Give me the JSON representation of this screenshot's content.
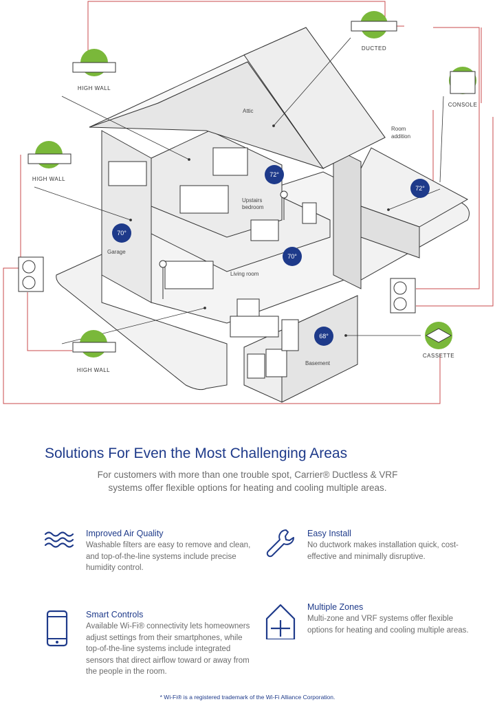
{
  "diagram": {
    "units": {
      "high_wall_1": "HIGH WALL",
      "high_wall_2": "HIGH WALL",
      "high_wall_3": "HIGH WALL",
      "ducted": "DUCTED",
      "console": "CONSOLE",
      "cassette": "CASSETTE"
    },
    "rooms": {
      "attic": "Attic",
      "room_addition_1": "Room",
      "room_addition_2": "addition",
      "upstairs_1": "Upstairs",
      "upstairs_2": "bedroom",
      "garage": "Garage",
      "living": "Living room",
      "basement": "Basement"
    },
    "temps": {
      "upstairs": "72°",
      "addition": "72°",
      "garage": "70°",
      "living": "70°",
      "basement": "68°"
    },
    "colors": {
      "accent_line": "#c0392b",
      "badge": "#1e3a8a",
      "unit_circle": "#7ab83a"
    }
  },
  "title": "Solutions For Even the Most Challenging Areas",
  "intro": "For customers with more than one trouble spot, Carrier® Ductless & VRF systems offer flexible options for heating and cooling multiple areas.",
  "features": [
    {
      "icon": "air-waves-icon",
      "title": "Improved Air Quality",
      "desc": "Washable filters are easy to remove and clean, and top-of-the-line systems include precise humidity control."
    },
    {
      "icon": "wrench-icon",
      "title": "Easy Install",
      "desc": "No ductwork makes installation quick, cost-effective and minimally disruptive."
    },
    {
      "icon": "smartphone-icon",
      "title": "Smart Controls",
      "desc": "Available Wi-Fi® connectivity lets homeowners adjust settings from their smartphones, while top-of-the-line systems include integrated sensors that direct airflow toward or away from the people in the room."
    },
    {
      "icon": "house-zones-icon",
      "title": "Multiple Zones",
      "desc": "Multi-zone and VRF systems offer flexible options for heating and cooling multiple areas."
    }
  ],
  "footnote": "* Wi-Fi® is a registered trademark of the Wi-Fi Alliance Corporation."
}
